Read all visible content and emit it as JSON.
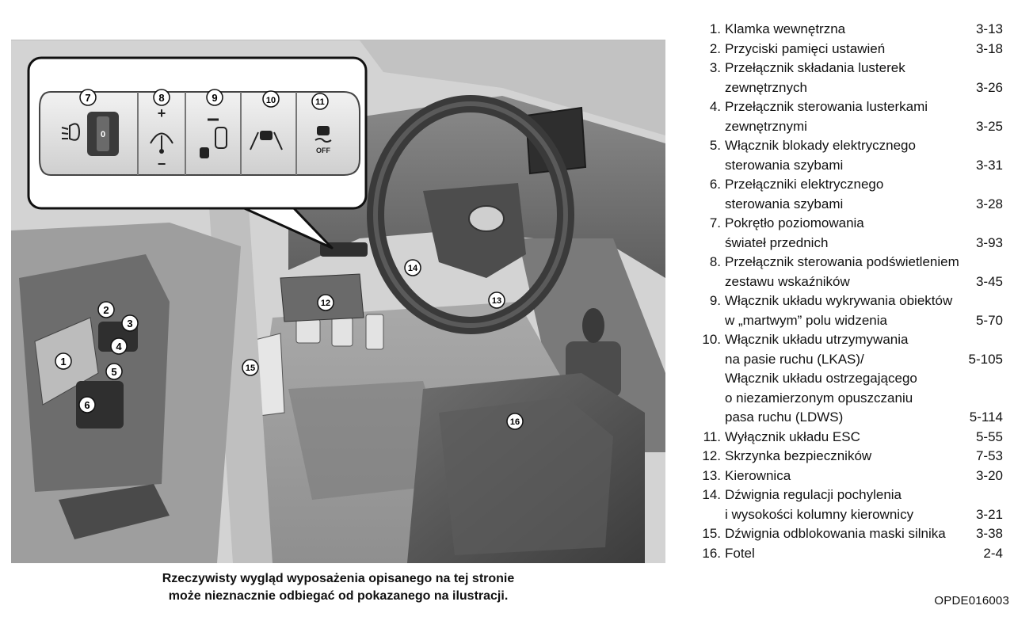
{
  "illustration": {
    "callouts": [
      "1",
      "2",
      "3",
      "4",
      "5",
      "6",
      "7",
      "8",
      "9",
      "10",
      "11",
      "12",
      "13",
      "14",
      "15",
      "16"
    ],
    "switch_panel": {
      "dial_label": "0",
      "plus": "+",
      "minus": "−",
      "esc_off_label": "OFF"
    }
  },
  "caption": {
    "line1": "Rzeczywisty wygląd wyposażenia opisanego na tej stronie",
    "line2": "może nieznacznie odbiegać od pokazanego na ilustracji."
  },
  "legend": [
    {
      "num": "1.",
      "lines": [
        "Klamka wewnętrzna"
      ],
      "page": "3-13"
    },
    {
      "num": "2.",
      "lines": [
        "Przyciski pamięci ustawień"
      ],
      "page": "3-18"
    },
    {
      "num": "3.",
      "lines": [
        "Przełącznik składania lusterek",
        "zewnętrznych"
      ],
      "page": "3-26"
    },
    {
      "num": "4.",
      "lines": [
        "Przełącznik sterowania lusterkami",
        "zewnętrznymi"
      ],
      "page": "3-25"
    },
    {
      "num": "5.",
      "lines": [
        "Włącznik blokady elektrycznego",
        "sterowania szybami"
      ],
      "page": "3-31"
    },
    {
      "num": "6.",
      "lines": [
        "Przełączniki elektrycznego",
        "sterowania szybami"
      ],
      "page": "3-28"
    },
    {
      "num": "7.",
      "lines": [
        "Pokrętło poziomowania",
        "świateł przednich"
      ],
      "page": "3-93"
    },
    {
      "num": "8.",
      "lines": [
        "Przełącznik sterowania podświetleniem",
        "zestawu wskaźników"
      ],
      "page": "3-45"
    },
    {
      "num": "9.",
      "lines": [
        "Włącznik układu wykrywania obiektów",
        "w „martwym” polu widzenia"
      ],
      "page": "5-70"
    },
    {
      "num": "10.",
      "lines": [
        "Włącznik układu utrzymywania",
        "na pasie ruchu (LKAS)/"
      ],
      "page": "5-105"
    },
    {
      "num": "",
      "lines": [
        "Włącznik układu ostrzegającego",
        "o niezamierzonym opuszczaniu",
        "pasa ruchu (LDWS)"
      ],
      "page": "5-114"
    },
    {
      "num": "11.",
      "lines": [
        "Wyłącznik układu ESC"
      ],
      "page": "5-55"
    },
    {
      "num": "12.",
      "lines": [
        "Skrzynka bezpieczników"
      ],
      "page": "7-53"
    },
    {
      "num": "13.",
      "lines": [
        "Kierownica"
      ],
      "page": "3-20"
    },
    {
      "num": "14.",
      "lines": [
        "Dźwignia regulacji pochylenia",
        "i wysokości kolumny kierownicy"
      ],
      "page": "3-21"
    },
    {
      "num": "15.",
      "lines": [
        "Dźwignia odblokowania maski silnika"
      ],
      "page": "3-38"
    },
    {
      "num": "16.",
      "lines": [
        "Fotel"
      ],
      "page": "2-4"
    }
  ],
  "figure_code": "OPDE016003"
}
